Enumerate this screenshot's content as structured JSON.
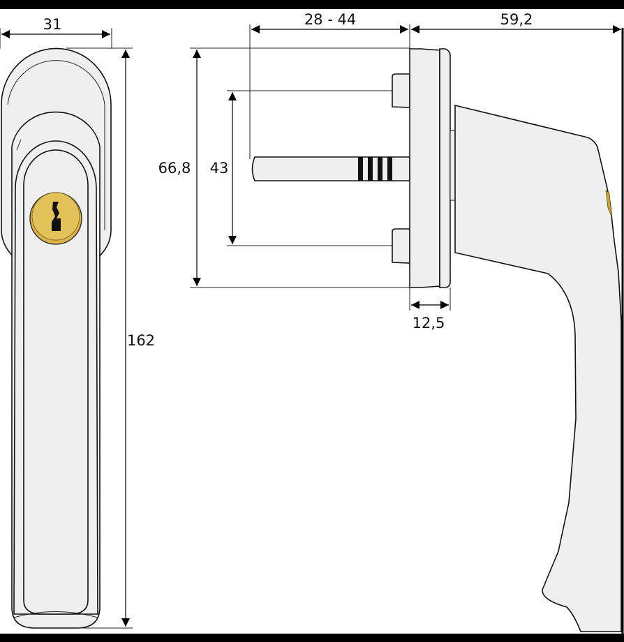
{
  "dimensions": {
    "width": "31",
    "height_total": "162",
    "rose_height": "66,8",
    "screw_spacing": "43",
    "spindle_length": "28 - 44",
    "projection": "59,2",
    "rose_depth": "12,5"
  },
  "colors": {
    "frame": "#000000",
    "body": "#efefef",
    "cylinder": "#d9b24a",
    "outline": "#111111"
  }
}
